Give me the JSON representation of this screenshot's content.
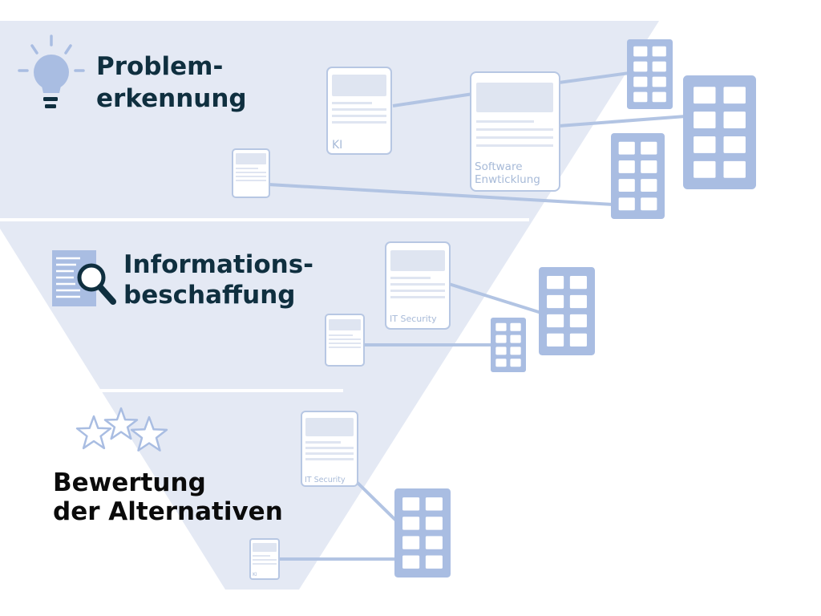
{
  "colors": {
    "funnel": "#e4e9f4",
    "divider": "#ffffff",
    "building": "#a9bde2",
    "window": "#ffffff",
    "connector": "#b2c4e3",
    "doc_border": "#b7c7e3",
    "doc_placeholder": "#dfe5f1",
    "text_dark": "#0f2f3f",
    "text_black": "#0b0b0b",
    "icon_blue": "#a9bde2",
    "icon_dark": "#0f2f3f"
  },
  "stages": [
    {
      "id": "problem",
      "icon": "lightbulb-icon",
      "title_lines": [
        "Problem-",
        "erkennung"
      ]
    },
    {
      "id": "information",
      "icon": "document-search-icon",
      "title_lines": [
        "Informations-",
        "beschaffung"
      ]
    },
    {
      "id": "evaluation",
      "icon": "three-stars-icon",
      "title_lines": [
        "Bewertung",
        "der Alternativen"
      ]
    }
  ],
  "documents": [
    {
      "id": "doc-ki-large",
      "label": "KI"
    },
    {
      "id": "doc-software",
      "label": "Software Enwticklung",
      "label_lines": [
        "Software",
        "Enwticklung"
      ]
    },
    {
      "id": "doc-small-1",
      "label": ""
    },
    {
      "id": "doc-it-1",
      "label": "IT Security"
    },
    {
      "id": "doc-small-2",
      "label": ""
    },
    {
      "id": "doc-it-2",
      "label": "IT Security"
    },
    {
      "id": "doc-ki-small",
      "label": "KI"
    }
  ]
}
